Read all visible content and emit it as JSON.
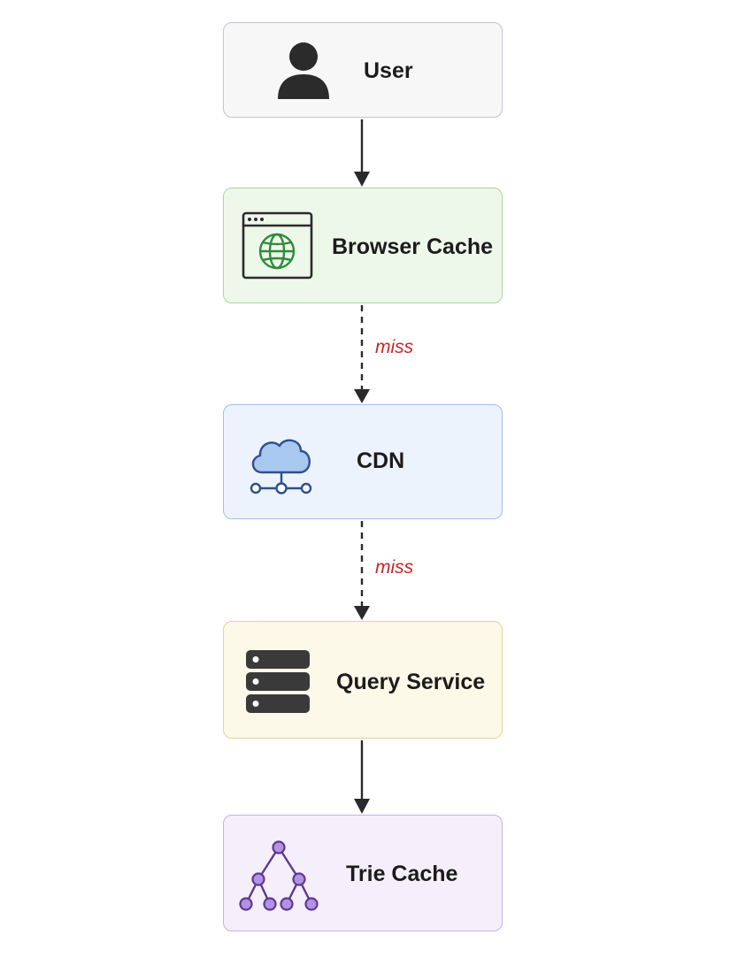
{
  "colors": {
    "arrow": "#2a2a2a",
    "edge_label": "#c62828",
    "user": {
      "fill": "#f7f7f7",
      "border": "#c9c0d6",
      "icon": "#2b2b2b"
    },
    "browser": {
      "fill": "#eef8ea",
      "border": "#a9d6a0",
      "icon": "#2b2b2b",
      "globe": "#2e8b3a"
    },
    "cdn": {
      "fill": "#edf3fd",
      "border": "#9ec0ea",
      "icon_fill": "#a8c8f0",
      "icon_stroke": "#2f4f8f"
    },
    "query": {
      "fill": "#fdf9e8",
      "border": "#e6d389",
      "icon": "#3a3a3a"
    },
    "trie": {
      "fill": "#f4effb",
      "border": "#c8b0e3",
      "icon_fill": "#b491e3",
      "icon_stroke": "#5b3a91"
    }
  },
  "nodes": {
    "user": {
      "label": "User",
      "icon": "user-icon"
    },
    "browser": {
      "label": "Browser Cache",
      "icon": "browser-globe-icon"
    },
    "cdn": {
      "label": "CDN",
      "icon": "cloud-network-icon"
    },
    "query": {
      "label": "Query Service",
      "icon": "server-stack-icon"
    },
    "trie": {
      "label": "Trie Cache",
      "icon": "tree-hierarchy-icon"
    }
  },
  "edges": [
    {
      "from": "user",
      "to": "browser",
      "style": "solid",
      "label": ""
    },
    {
      "from": "browser",
      "to": "cdn",
      "style": "dashed",
      "label": "miss"
    },
    {
      "from": "cdn",
      "to": "query",
      "style": "dashed",
      "label": "miss"
    },
    {
      "from": "query",
      "to": "trie",
      "style": "solid",
      "label": ""
    }
  ]
}
